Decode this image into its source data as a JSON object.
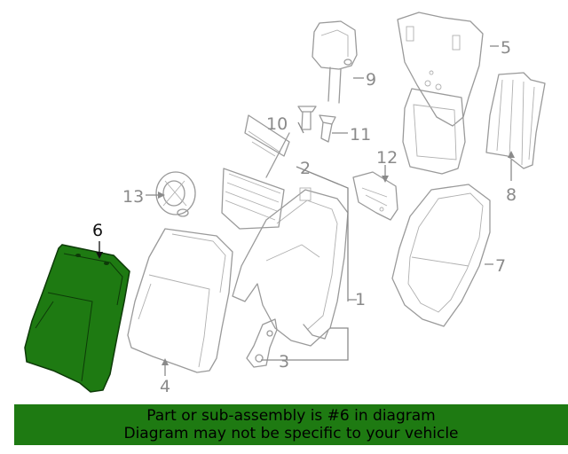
{
  "diagram": {
    "highlight_color": "#1e7a12",
    "highlighted_part": "6",
    "callouts": {
      "c1": "1",
      "c2": "2",
      "c3": "3",
      "c4": "4",
      "c5": "5",
      "c6": "6",
      "c7": "7",
      "c8": "8",
      "c9": "9",
      "c10": "10",
      "c11": "11",
      "c12": "12",
      "c13": "13"
    }
  },
  "banner": {
    "line1": "Part or sub-assembly is #6 in diagram",
    "line2": "Diagram may not be specific to your vehicle",
    "background": "#1e7a12"
  }
}
